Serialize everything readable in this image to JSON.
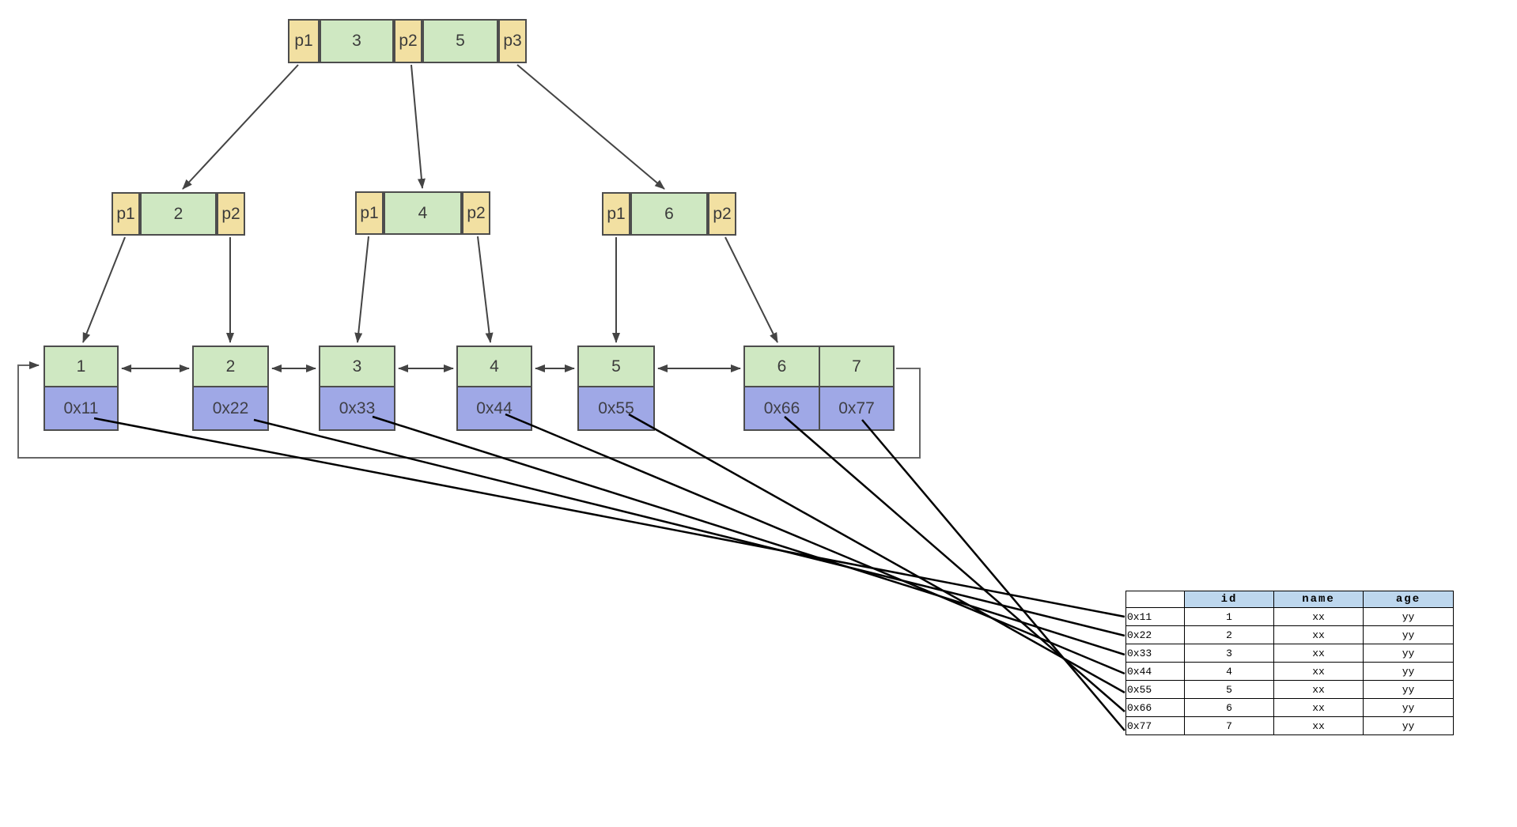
{
  "colors": {
    "key_fill": "#cfe8c2",
    "pointer_fill": "#f2e0a2",
    "address_fill": "#9fa8e6",
    "table_header_fill": "#bdd7ee",
    "border": "#4d4d4d",
    "arrow": "#444444",
    "loop_rect": "#666666",
    "pointer_line": "#000000"
  },
  "root_node": {
    "cells": [
      {
        "label": "p1",
        "type": "pointer"
      },
      {
        "label": "3",
        "type": "key"
      },
      {
        "label": "p2",
        "type": "pointer"
      },
      {
        "label": "5",
        "type": "key"
      },
      {
        "label": "p3",
        "type": "pointer"
      }
    ]
  },
  "internal_nodes": [
    {
      "cells": [
        {
          "label": "p1"
        },
        {
          "label": "2"
        },
        {
          "label": "p2"
        }
      ]
    },
    {
      "cells": [
        {
          "label": "p1"
        },
        {
          "label": "4"
        },
        {
          "label": "p2"
        }
      ]
    },
    {
      "cells": [
        {
          "label": "p1"
        },
        {
          "label": "6"
        },
        {
          "label": "p2"
        }
      ]
    }
  ],
  "leaf_nodes": [
    {
      "key": "1",
      "address": "0x11"
    },
    {
      "key": "2",
      "address": "0x22"
    },
    {
      "key": "3",
      "address": "0x33"
    },
    {
      "key": "4",
      "address": "0x44"
    },
    {
      "key": "5",
      "address": "0x55"
    },
    {
      "key": "6",
      "address": "0x66"
    },
    {
      "key": "7",
      "address": "0x77"
    }
  ],
  "table": {
    "headers": [
      "",
      "id",
      "name",
      "age"
    ],
    "rows": [
      {
        "address": "0x11",
        "id": "1",
        "name": "xx",
        "age": "yy"
      },
      {
        "address": "0x22",
        "id": "2",
        "name": "xx",
        "age": "yy"
      },
      {
        "address": "0x33",
        "id": "3",
        "name": "xx",
        "age": "yy"
      },
      {
        "address": "0x44",
        "id": "4",
        "name": "xx",
        "age": "yy"
      },
      {
        "address": "0x55",
        "id": "5",
        "name": "xx",
        "age": "yy"
      },
      {
        "address": "0x66",
        "id": "6",
        "name": "xx",
        "age": "yy"
      },
      {
        "address": "0x77",
        "id": "7",
        "name": "xx",
        "age": "yy"
      }
    ]
  }
}
